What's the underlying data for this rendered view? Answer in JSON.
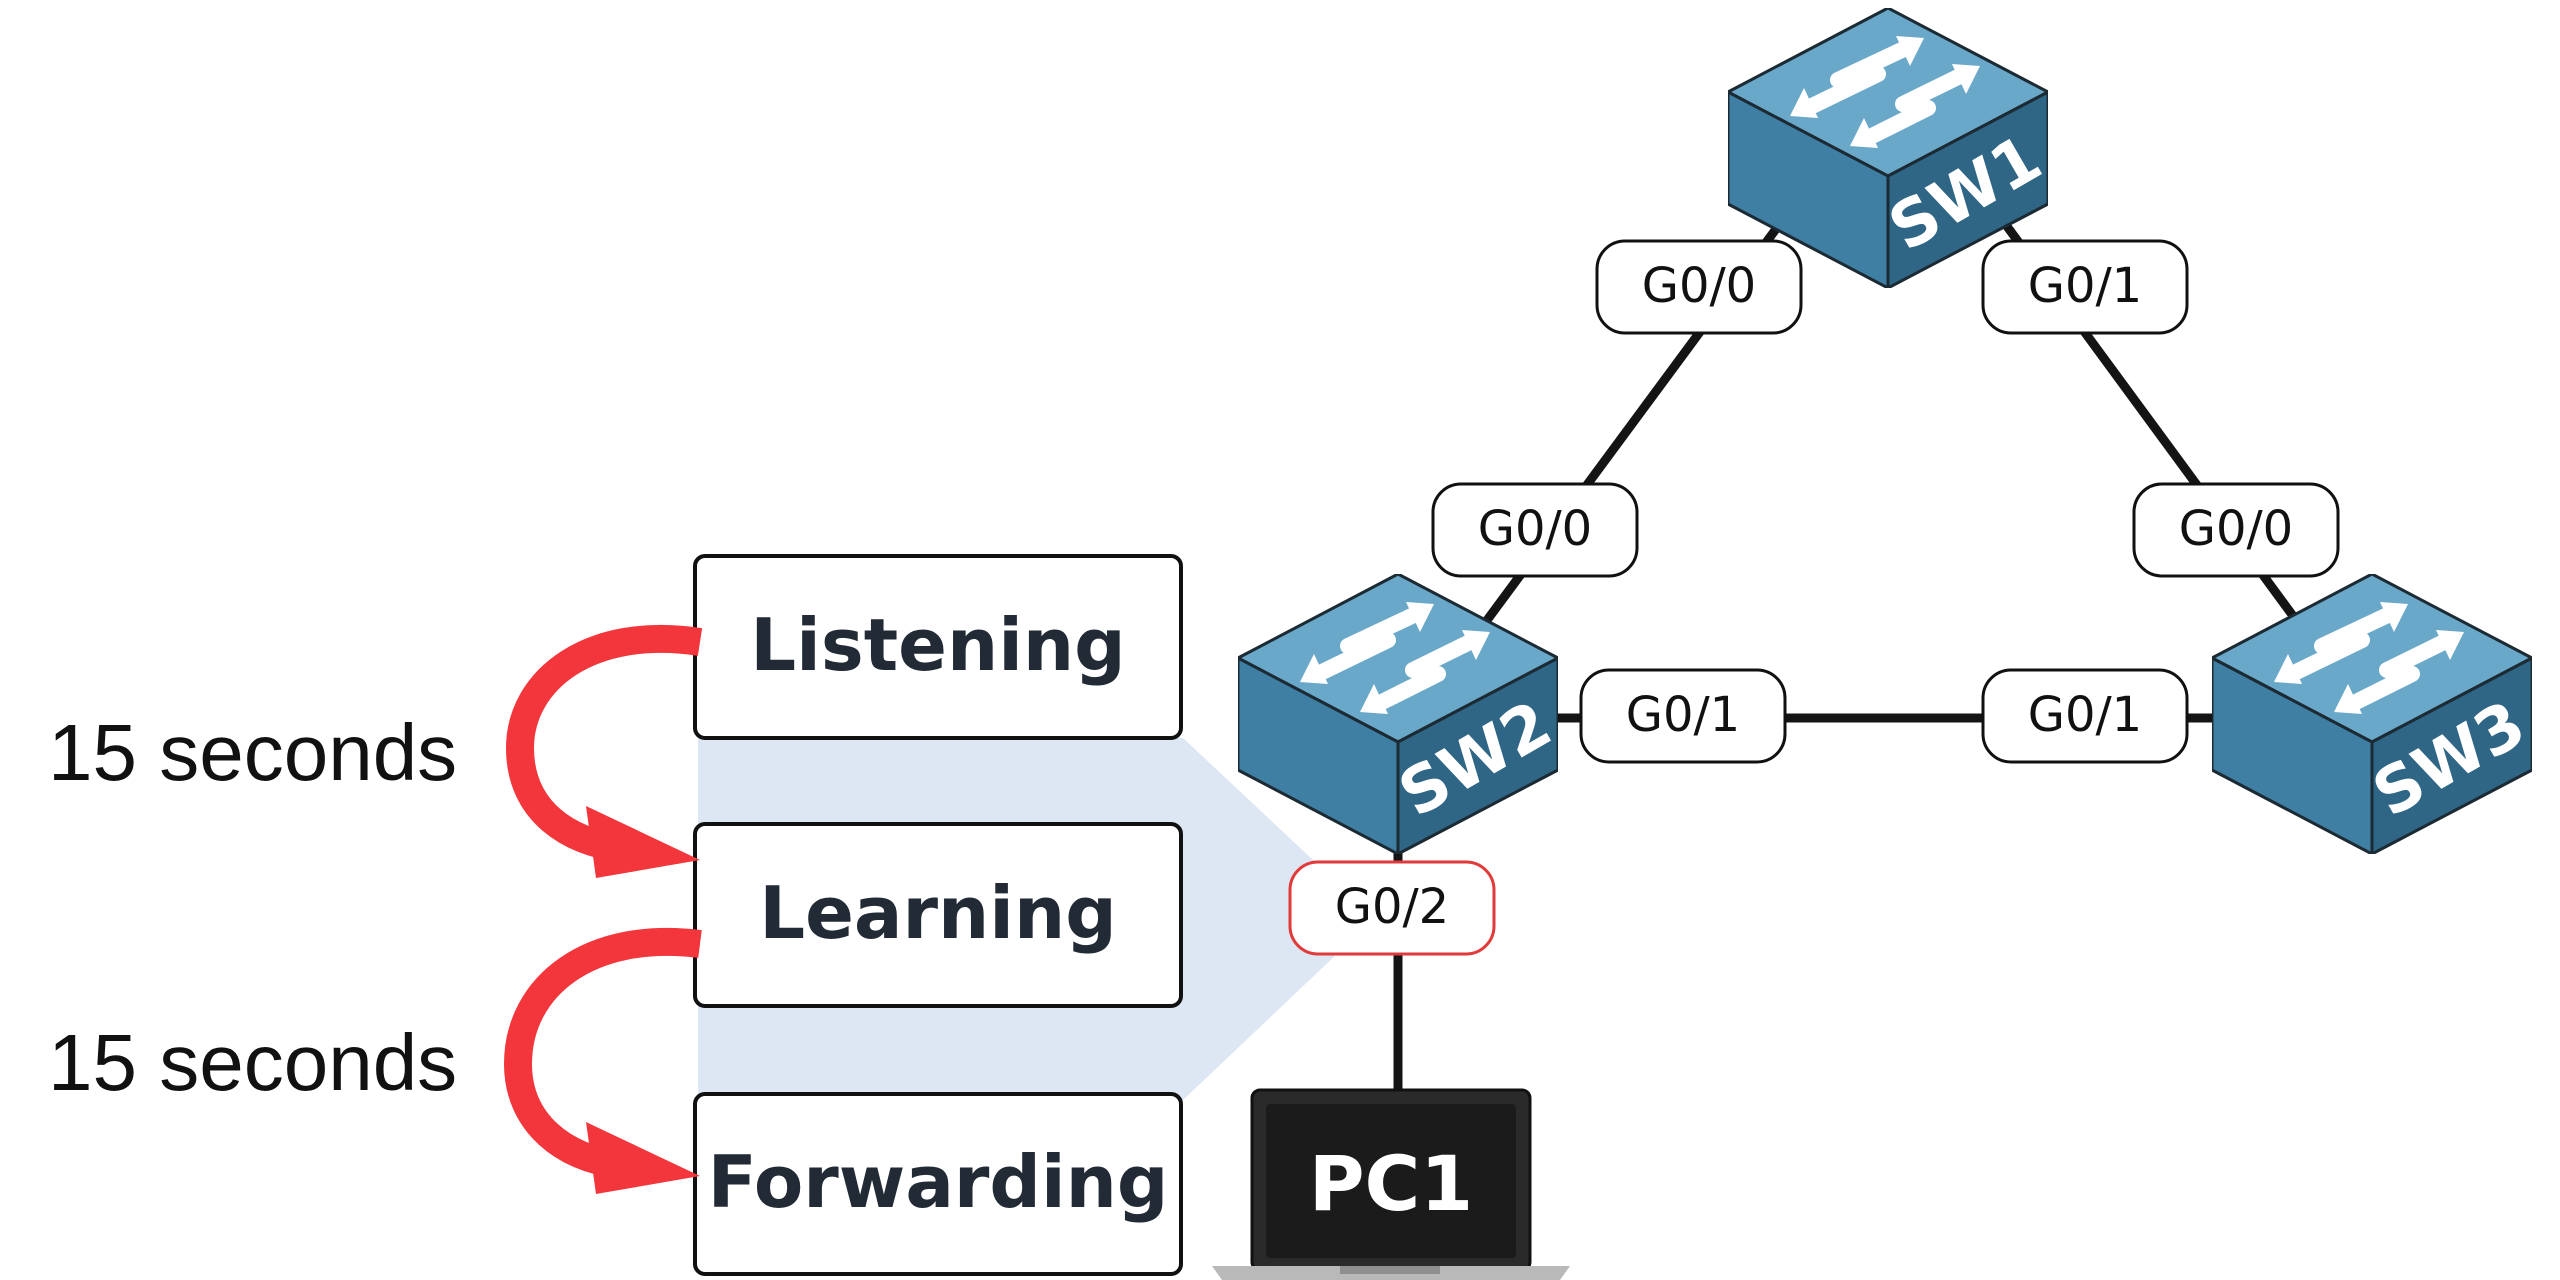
{
  "stp_states": [
    {
      "label": "Listening"
    },
    {
      "label": "Learning"
    },
    {
      "label": "Forwarding"
    }
  ],
  "timers": [
    {
      "label": "15 seconds"
    },
    {
      "label": "15 seconds"
    }
  ],
  "devices": {
    "sw1": {
      "label": "SW1"
    },
    "sw2": {
      "label": "SW2"
    },
    "sw3": {
      "label": "SW3"
    },
    "pc1": {
      "label": "PC1"
    }
  },
  "ports": {
    "sw1_left": "G0/0",
    "sw1_right": "G0/1",
    "sw2_top": "G0/0",
    "sw2_right": "G0/1",
    "sw2_bottom": "G0/2",
    "sw3_top": "G0/0",
    "sw3_left": "G0/1"
  },
  "colors": {
    "arrow": "#f2363b",
    "highlight_port_border": "#e03a3a",
    "zoom_fill": "#dde7f3",
    "switch_top": "#6aa8c9",
    "switch_front": "#3f7fa4",
    "switch_side": "#2f6585",
    "laptop": "#2a2a2a"
  }
}
